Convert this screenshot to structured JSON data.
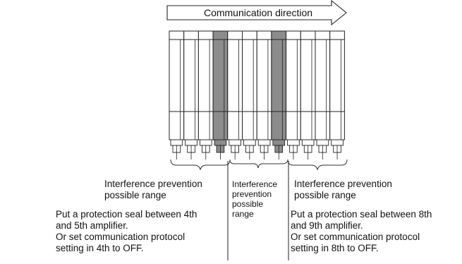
{
  "arrow": {
    "label": "Communication direction"
  },
  "amplifiers": {
    "count": 12,
    "highlighted_positions": [
      4,
      8
    ],
    "highlight_color": "#8c8c8c",
    "outline_color": "#222222"
  },
  "ranges": {
    "left": {
      "label_line1": "Interference prevention",
      "label_line2": "possible range"
    },
    "middle": {
      "label_line1": "Interference",
      "label_line2": "prevention",
      "label_line3": "possible",
      "label_line4": "range"
    },
    "right": {
      "label_line1": "Interference prevention",
      "label_line2": "possible range"
    }
  },
  "notes": {
    "left": {
      "line1": "Put a protection seal between 4th",
      "line2": "and 5th amplifier.",
      "line3": "Or set communication protocol",
      "line4": "setting in 4th to OFF."
    },
    "right": {
      "line1": "Put a protection seal between 8th",
      "line2": "and 9th amplifier.",
      "line3": "Or set communication protocol",
      "line4": "setting in 8th to OFF."
    }
  }
}
